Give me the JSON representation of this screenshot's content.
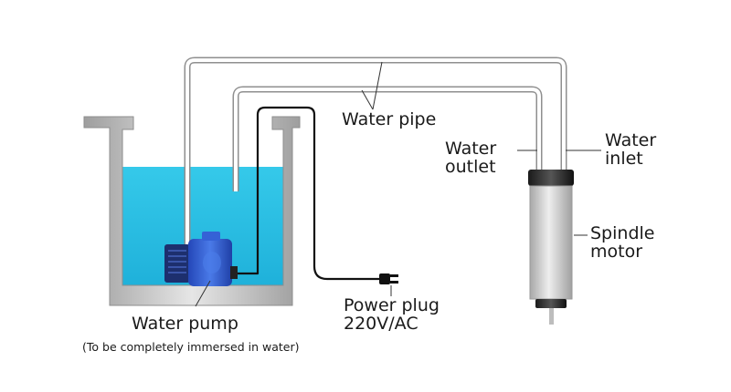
{
  "labels": {
    "water_pipe": "Water pipe",
    "water_outlet": [
      "Water",
      "outlet"
    ],
    "water_inlet": [
      "Water",
      "inlet"
    ],
    "spindle_motor": [
      "Spindle",
      "motor"
    ],
    "power_plug": [
      "Power plug",
      "220V/AC"
    ],
    "water_pump": "Water pump",
    "water_pump_note": "(To be completely immersed in water)"
  },
  "colors": {
    "water": "#27c3e6",
    "pump": "#2f5fd0",
    "tank": "#b8b8b8",
    "motor": "#cfcfcf",
    "pipe": "#9a9a9a"
  }
}
